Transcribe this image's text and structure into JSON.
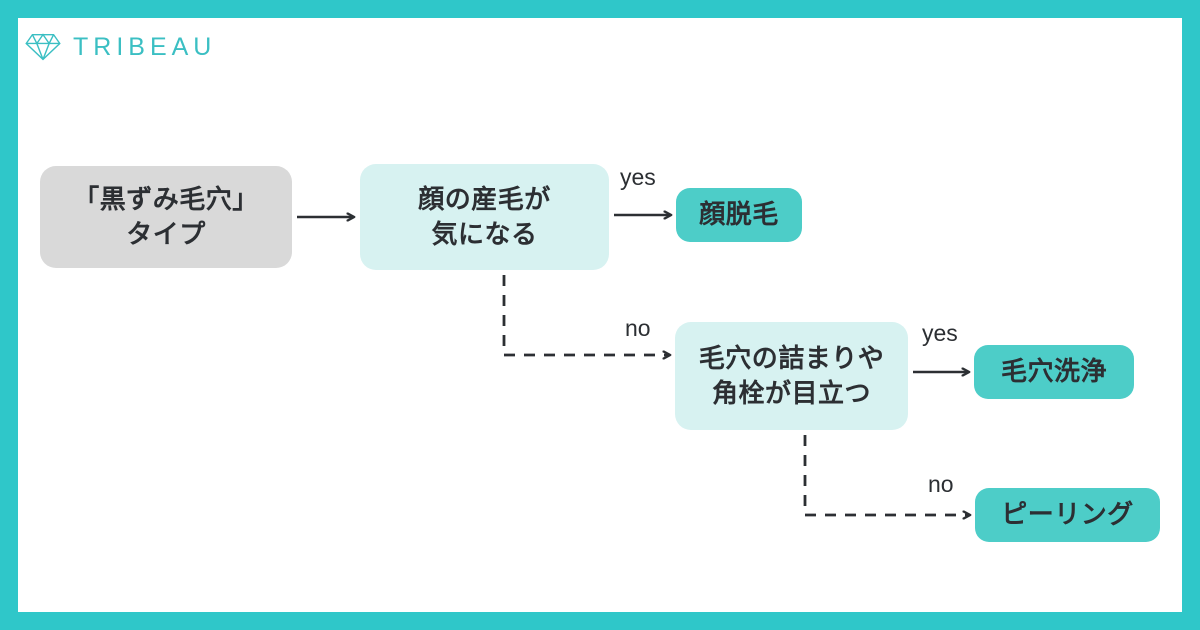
{
  "brand": {
    "name": "TRIBEAU",
    "logo_icon": "diamond-icon",
    "color": "#3bbfc3"
  },
  "theme": {
    "frame_color": "#2fc7c9",
    "canvas_color": "#ffffff",
    "start_node_color": "#d9d9d9",
    "decision_node_color": "#d7f2f1",
    "result_node_color": "#4dcdc8",
    "text_color": "#2c2f33",
    "connector_color": "#2c2f33"
  },
  "flowchart": {
    "nodes": {
      "start": {
        "label": "「黒ずみ毛穴」\nタイプ",
        "line1": "「黒ずみ毛穴」",
        "line2": "タイプ",
        "type": "start"
      },
      "decision1": {
        "line1": "顔の産毛が",
        "line2": "気になる",
        "type": "decision"
      },
      "result1": {
        "label": "顔脱毛",
        "type": "result"
      },
      "decision2": {
        "line1": "毛穴の詰まりや",
        "line2": "角栓が目立つ",
        "type": "decision"
      },
      "result2": {
        "label": "毛穴洗浄",
        "type": "result"
      },
      "result3": {
        "label": "ピーリング",
        "type": "result"
      }
    },
    "edges": {
      "start_to_decision1": {
        "label": "",
        "style": "solid"
      },
      "decision1_yes": {
        "label": "yes",
        "style": "solid",
        "target": "result1"
      },
      "decision1_no": {
        "label": "no",
        "style": "dashed",
        "target": "decision2"
      },
      "decision2_yes": {
        "label": "yes",
        "style": "solid",
        "target": "result2"
      },
      "decision2_no": {
        "label": "no",
        "style": "dashed",
        "target": "result3"
      }
    }
  }
}
